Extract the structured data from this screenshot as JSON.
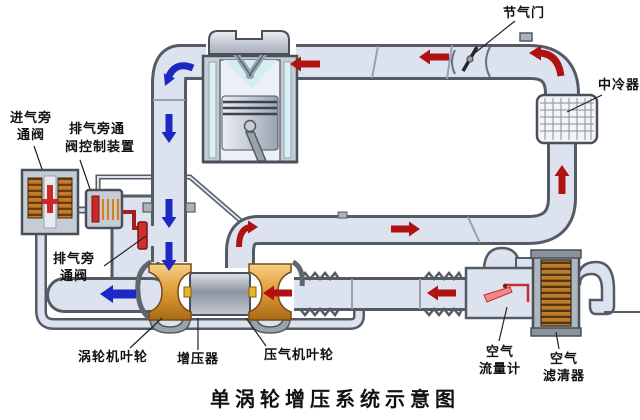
{
  "title": "单涡轮增压系统示意图",
  "labels": {
    "throttle": {
      "text": "节气门"
    },
    "intercooler": {
      "text": "中冷器"
    },
    "intake_bypass_valve": {
      "line1": "进气旁",
      "line2": "通阀"
    },
    "wastegate_actuator": {
      "line1": "排气旁通",
      "line2": "阀控制装置"
    },
    "wastegate_valve": {
      "line1": "排气旁",
      "line2": "通阀"
    },
    "turbine_wheel": {
      "text": "涡轮机叶轮"
    },
    "turbocharger": {
      "text": "增压器"
    },
    "compressor_wheel": {
      "text": "压气机叶轮"
    },
    "air_flow_meter": {
      "line1": "空气",
      "line2": "流量计"
    },
    "air_cleaner": {
      "line1": "空气",
      "line2": "滤清器"
    }
  },
  "colors": {
    "intake_arrow": "#b01212",
    "exhaust_arrow": "#1b28c4",
    "pipe_fill": "#dce3ee",
    "pipe_wall": "#555b64",
    "turbo_wheel": "#dd9a34",
    "valve_red": "#cc2a2a",
    "filter_element": "#c07c28"
  }
}
